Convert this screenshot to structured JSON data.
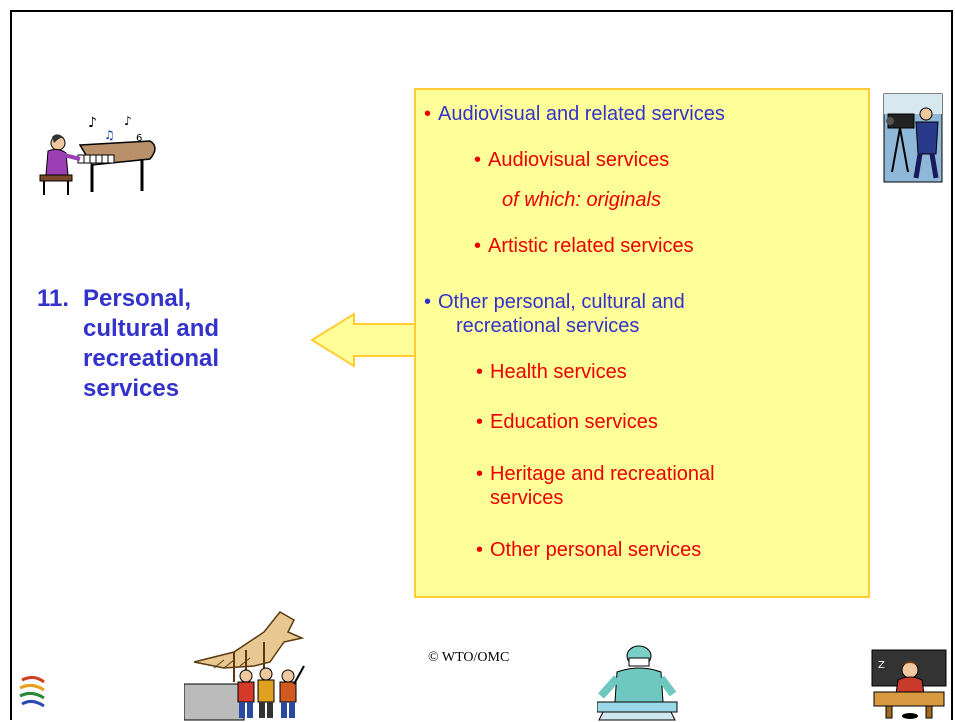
{
  "heading": {
    "number": "11.",
    "lines": [
      "Personal,",
      "cultural and",
      "recreational",
      "services"
    ]
  },
  "box": {
    "group1": {
      "title": "Audiovisual and related services",
      "items": [
        {
          "label": "Audiovisual services",
          "note": "of which: originals"
        },
        {
          "label": "Artistic related services"
        }
      ]
    },
    "group2": {
      "title_lines": [
        "Other personal, cultural and",
        "recreational services"
      ],
      "items": [
        {
          "lines": [
            "Health services"
          ]
        },
        {
          "lines": [
            "Education services"
          ]
        },
        {
          "lines": [
            "Heritage and recreational",
            "services"
          ]
        },
        {
          "lines": [
            "Other personal services"
          ]
        }
      ]
    }
  },
  "footer": {
    "copyright": "© WTO/OMC"
  },
  "colors": {
    "heading": "#3333cc",
    "group_title": "#3333cc",
    "item_text": "#ee0000",
    "box_fill": "#ffff99",
    "box_border": "#ffcc33"
  },
  "icons": [
    "pianist-icon",
    "camera-operator-icon",
    "dinosaur-museum-icon",
    "surgeon-icon",
    "teacher-icon",
    "wto-logo-icon"
  ]
}
